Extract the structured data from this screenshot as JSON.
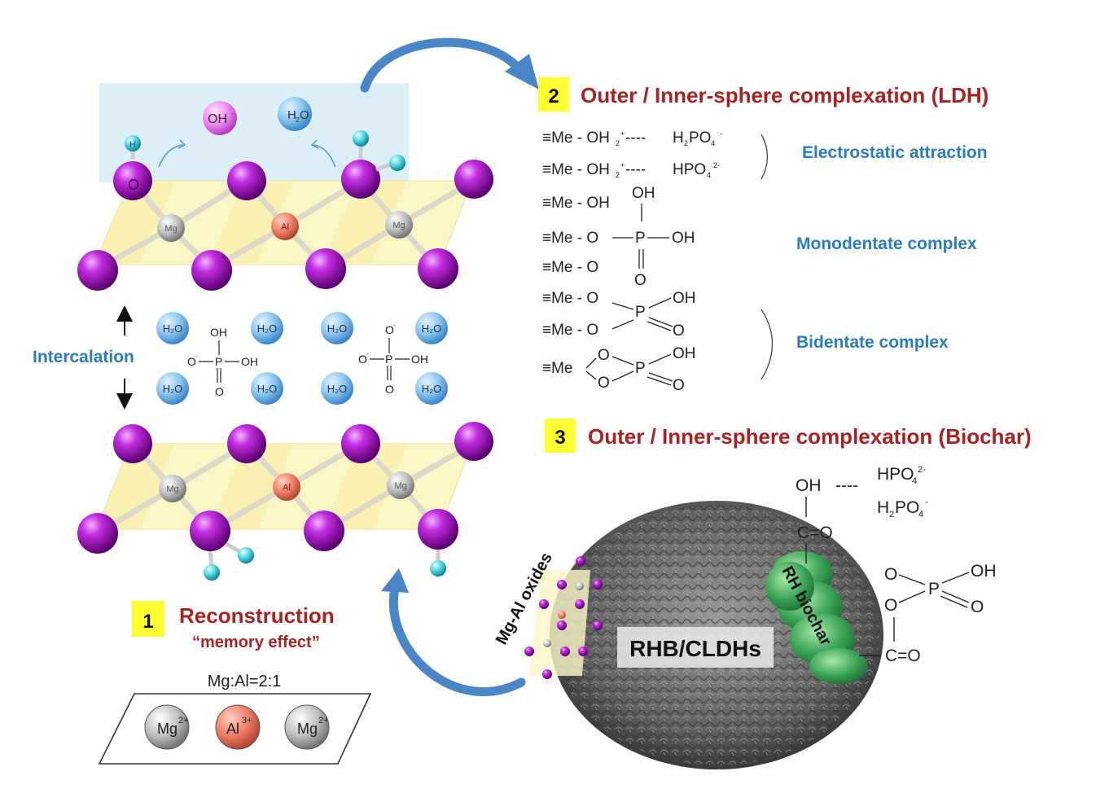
{
  "step1": {
    "number": "1",
    "title": "Reconstruction",
    "subtitle": "“memory effect”"
  },
  "step2": {
    "number": "2",
    "title": "Outer / Inner-sphere complexation (LDH)"
  },
  "step3": {
    "number": "3",
    "title": "Outer / Inner-sphere complexation (Biochar)"
  },
  "ldh": {
    "left_label": "Intercalation",
    "metal_mg": "Mg",
    "metal_al": "Al",
    "oxygen": "O",
    "hydroxide": "OH",
    "water": "H",
    "water_sub": "2",
    "water_o": "O",
    "phosphate_oh": "OH",
    "phosphate_p": "P",
    "phosphate_o": "O"
  },
  "ratio": {
    "label": "Mg:Al=2:1",
    "ions": [
      "Mg",
      "Al",
      "Mg"
    ],
    "charges": [
      "2+",
      "3+",
      "2+"
    ]
  },
  "complexes": {
    "electrostatic": "Electrostatic attraction",
    "monodentate": "Monodentate complex",
    "bidentate": "Bidentate complex",
    "me": "≡Me",
    "oh": "OH",
    "o": "O",
    "p": "P",
    "h2po4": "H",
    "hpo4": "HPO",
    "po4_tail": "PO",
    "dash": "----"
  },
  "biochar": {
    "label_oxides": "Mg-Al oxides",
    "label_composite": "RHB/CLDHs",
    "label_biochar": "RH biochar",
    "oh": "OH",
    "co": "C=O",
    "hpo4": "HPO",
    "h2po4": "H",
    "dash": "----"
  },
  "colors": {
    "accent_red": "#a82222",
    "blue_text": "#2a7bbf",
    "badge_yellow": "#ffff33",
    "oxygen_purple": "#a010b8",
    "arrow_blue": "#4a86c5"
  }
}
